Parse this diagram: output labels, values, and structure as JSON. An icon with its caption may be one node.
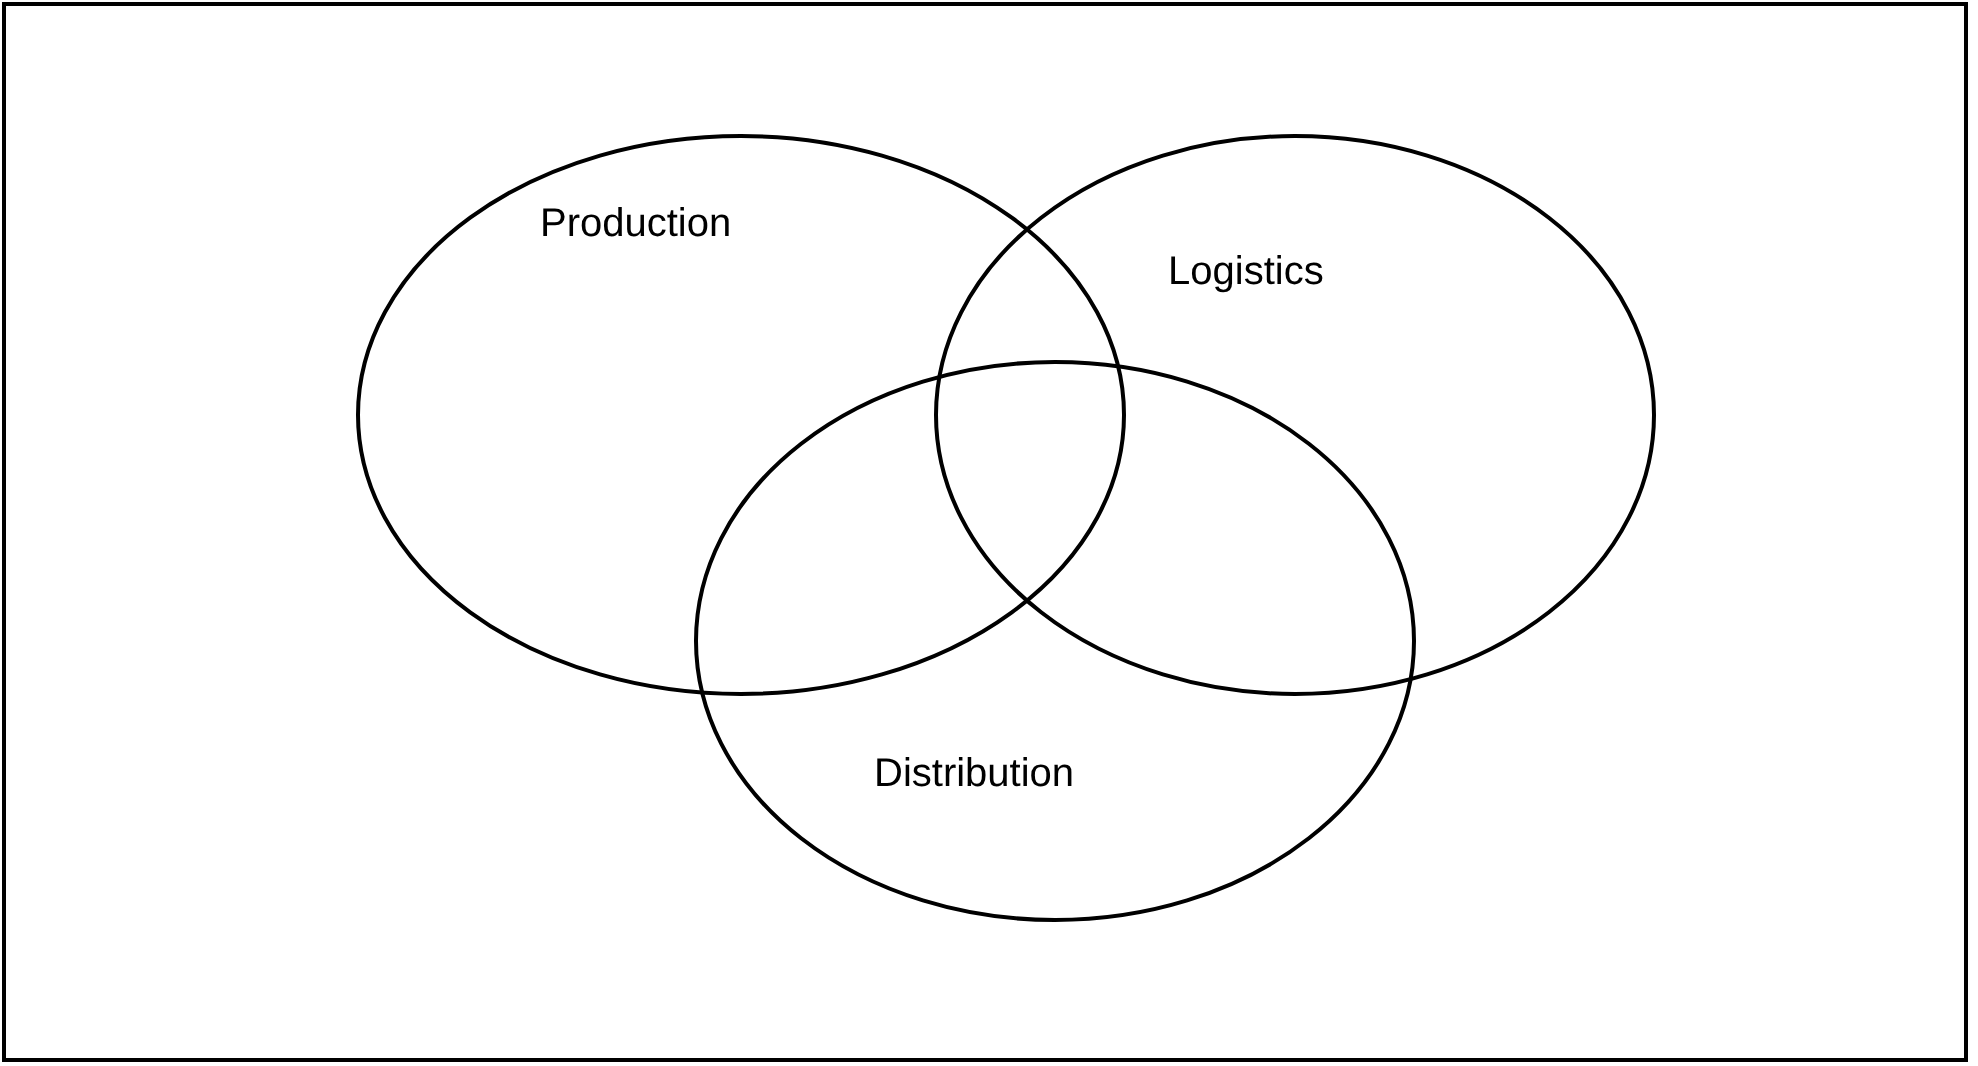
{
  "diagram": {
    "nodes": [
      {
        "text": [
          "Production"
        ]
      },
      {
        "text": [
          "Logistics"
        ]
      },
      {
        "text": [
          "Distribution"
        ]
      }
    ]
  }
}
